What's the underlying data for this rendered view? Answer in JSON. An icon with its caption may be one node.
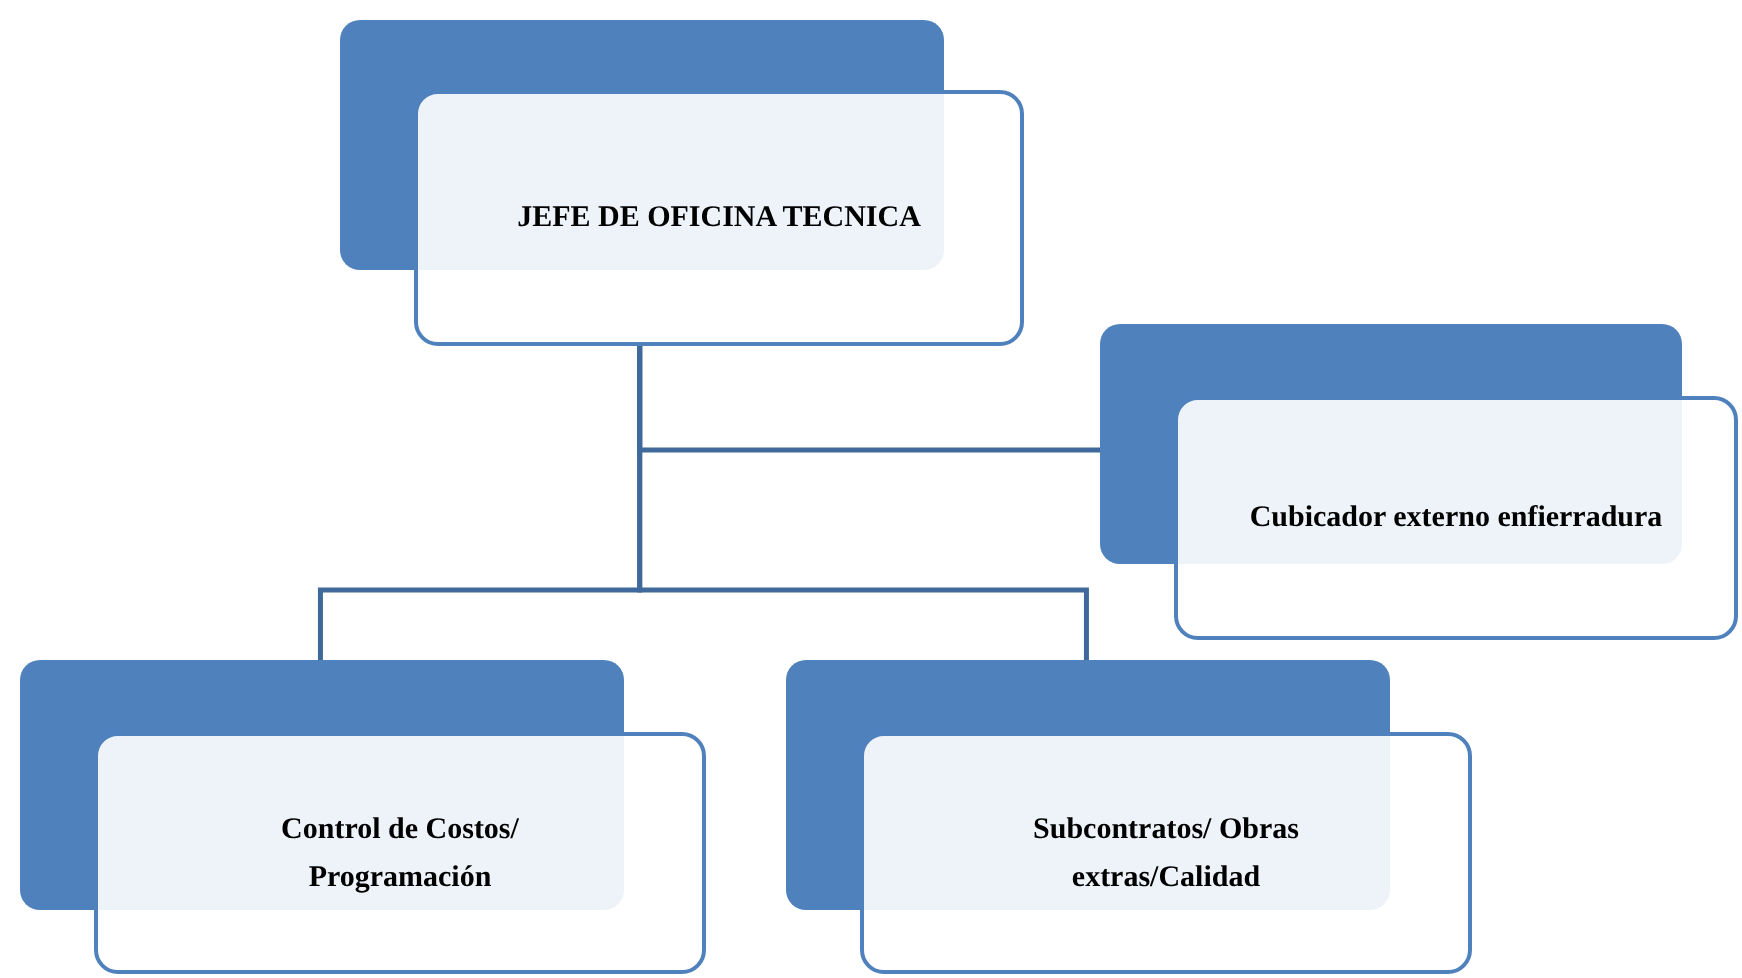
{
  "diagram": {
    "nodes": [
      {
        "text": [
          "JEFE DE OFICINA TECNICA"
        ]
      },
      {
        "text": [
          "Cubicador externo enfierradura"
        ]
      },
      {
        "text": [
          "Control de Costos/ Programación"
        ]
      },
      {
        "text": [
          "Subcontratos/ Obras extras/Calidad"
        ]
      }
    ],
    "edges": [
      {
        "from": 0,
        "to": 1,
        "arrow": "none"
      },
      {
        "from": 0,
        "to": 2,
        "arrow": "none"
      },
      {
        "from": 0,
        "to": 3,
        "arrow": "none"
      }
    ]
  }
}
